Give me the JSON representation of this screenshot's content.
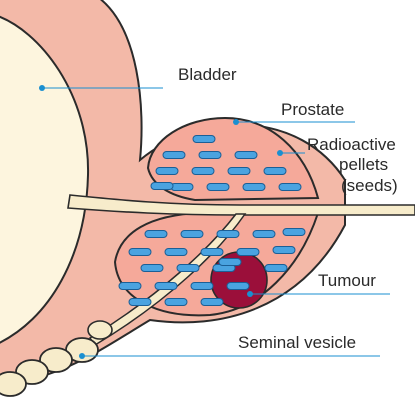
{
  "labels": {
    "bladder": "Bladder",
    "prostate": "Prostate",
    "pellets_line1": "Radioactive",
    "pellets_line2": "pellets",
    "pellets_line3": "(seeds)",
    "tumour": "Tumour",
    "seminal_vesicle": "Seminal vesicle"
  },
  "colors": {
    "tissue_outer": "#f3b9a8",
    "tissue_inner": "#f5a99a",
    "outline": "#2b2b2b",
    "bladder_fill": "#fdf5de",
    "urethra_fill": "#f7eccb",
    "seed_fill": "#4aa3e0",
    "seed_stroke": "#1b5f96",
    "tumour_fill": "#9b0f3a",
    "leader_line": "#1a8fd0"
  }
}
